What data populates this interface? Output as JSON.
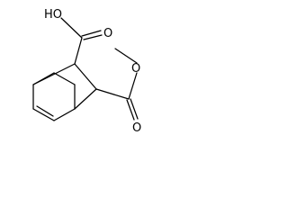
{
  "molecule": {
    "labels": {
      "hydroxyl": "HO",
      "carbonyl_o_top": "O",
      "ester_o": "O",
      "carbonyl_o_bottom": "O"
    }
  }
}
